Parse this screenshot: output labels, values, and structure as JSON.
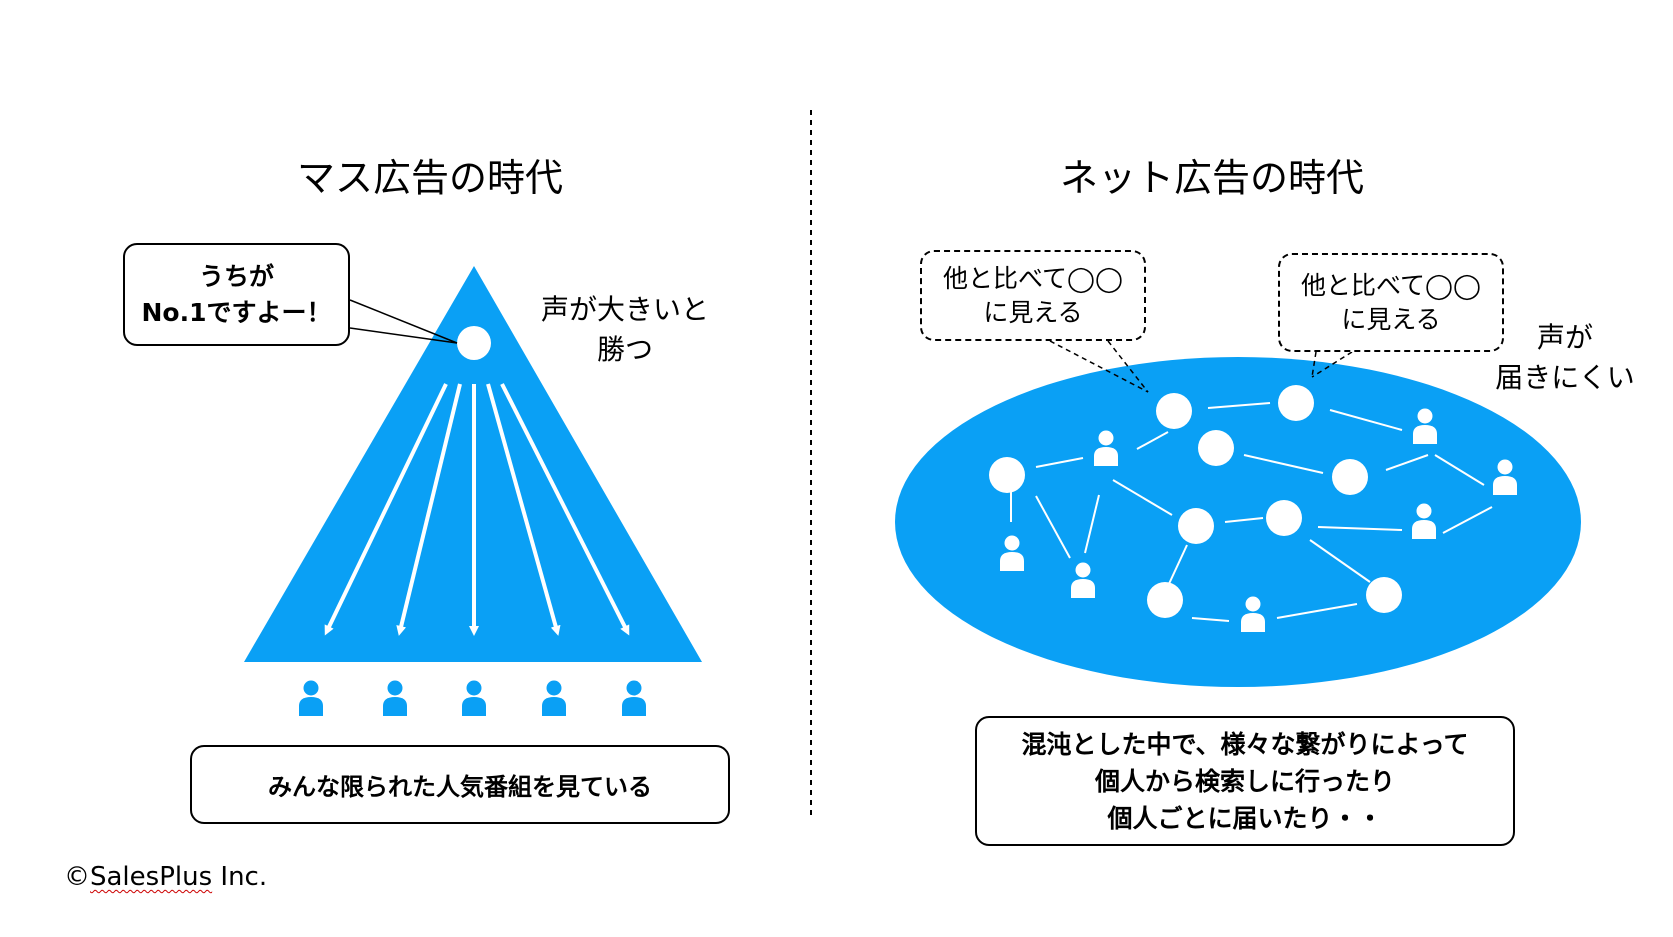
{
  "colors": {
    "accent": "#0aa0f5",
    "line": "#000000",
    "white": "#ffffff"
  },
  "left": {
    "title": "マス広告の時代",
    "speech_bubble": "うちが\nNo.1ですよー！",
    "side_text": "声が大きいと\n勝つ",
    "bottom_box": "みんな限られた人気番組を見ている",
    "audience_icon": "person-icon"
  },
  "right": {
    "title": "ネット広告の時代",
    "bubble_1": "他と比べて◯◯\nに見える",
    "bubble_2": "他と比べて◯◯\nに見える",
    "side_text": "声が\n届きにくい",
    "bottom_box": "混沌とした中で、様々な繋がりによって\n個人から検索しに行ったり\n個人ごとに届いたり・・",
    "node_icon": "person-icon"
  },
  "footer": {
    "copyright_symbol": "©",
    "copyright_name": "SalesPlus",
    "copyright_suffix": " Inc."
  }
}
